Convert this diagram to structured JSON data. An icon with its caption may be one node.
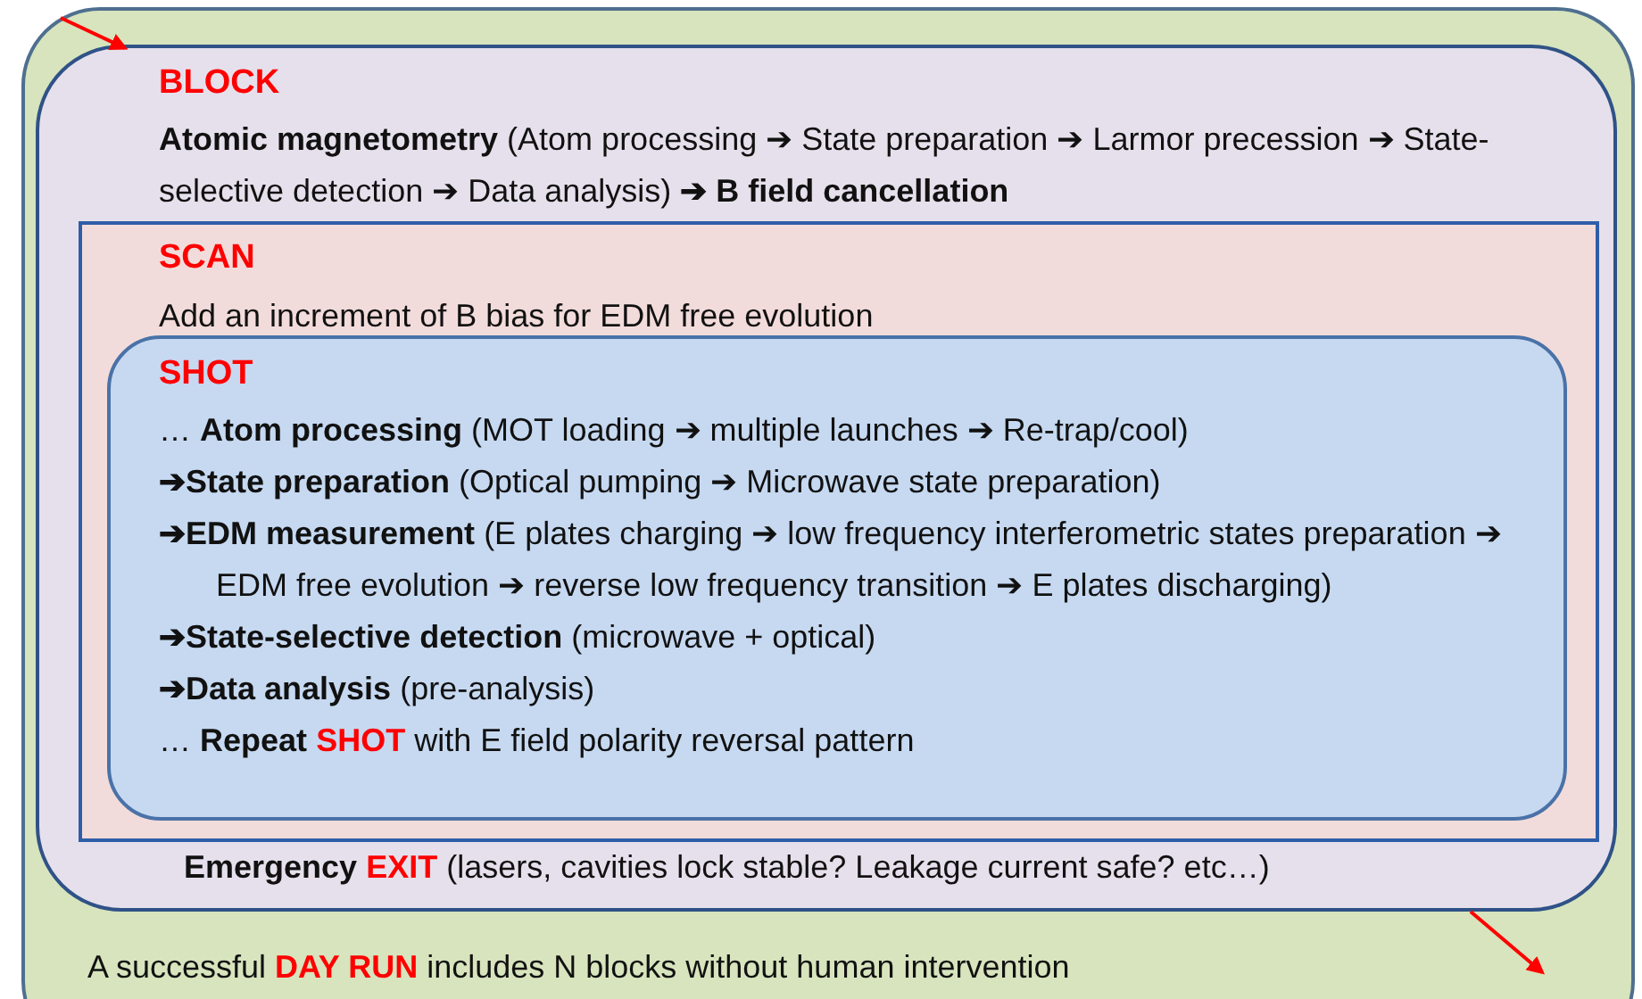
{
  "diagram": {
    "nodes": [
      {
        "text": [
          "A successful **DAY RUN** includes N blocks without human intervention"
        ]
      },
      {
        "text": [
          "BLOCK",
          "**Atomic magnetometry** (Atom processing ➔ State preparation ➔ Larmor precession ➔ State-selective detection ➔ Data analysis) **➔ B field cancellation**",
          "**Emergency** **EXIT** (lasers, cavities lock stable? Leakage current safe? etc…)"
        ],
        "in": 0
      },
      {
        "text": [
          "SCAN",
          "Add an increment of B bias for EDM free evolution"
        ],
        "in": 1
      },
      {
        "text": [
          "SHOT",
          "… **Atom processing** (MOT loading ➔ multiple launches ➔ Re-trap/cool)",
          "**➔State preparation** (Optical pumping ➔ Microwave state preparation)",
          "**➔EDM measurement** (E plates charging ➔ low frequency interferometric states preparation ➔ EDM free evolution ➔ reverse low frequency transition ➔ E plates discharging)",
          "**➔State-selective detection** (microwave + optical)",
          "**➔Data analysis** (pre-analysis)",
          "… **Repeat** **SHOT** with E field polarity reversal pattern"
        ],
        "in": 2
      }
    ],
    "edges": [
      {
        "from": null,
        "to": 1,
        "arrow": "to"
      },
      {
        "from": 1,
        "to": null,
        "arrow": "to"
      }
    ]
  }
}
